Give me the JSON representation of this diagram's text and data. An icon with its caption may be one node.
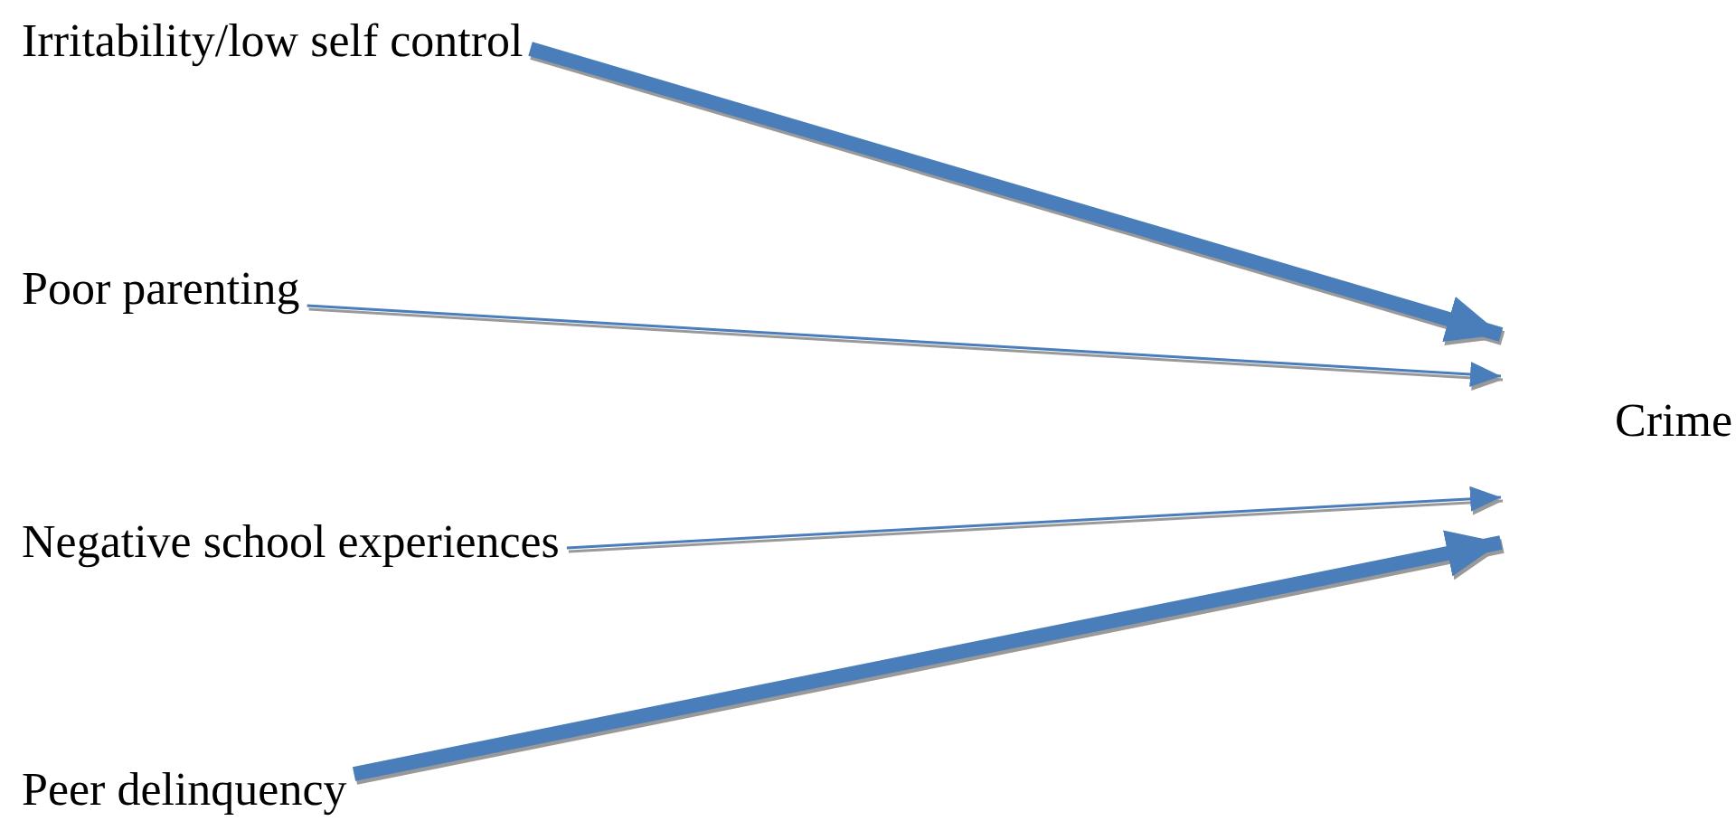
{
  "diagram": {
    "nodes": [
      {
        "text": [
          "Irritability/low self control"
        ]
      },
      {
        "text": [
          "Poor parenting"
        ]
      },
      {
        "text": [
          "Negative school experiences"
        ]
      },
      {
        "text": [
          "Peer delinquency"
        ]
      },
      {
        "text": [
          "Crime"
        ]
      }
    ],
    "edges": [
      {
        "from": 0,
        "to": 4,
        "arrow": "to",
        "style": "thick"
      },
      {
        "from": 1,
        "to": 4,
        "arrow": "to"
      },
      {
        "from": 2,
        "to": 4,
        "arrow": "to"
      },
      {
        "from": 3,
        "to": 4,
        "arrow": "to",
        "style": "thick"
      }
    ]
  }
}
